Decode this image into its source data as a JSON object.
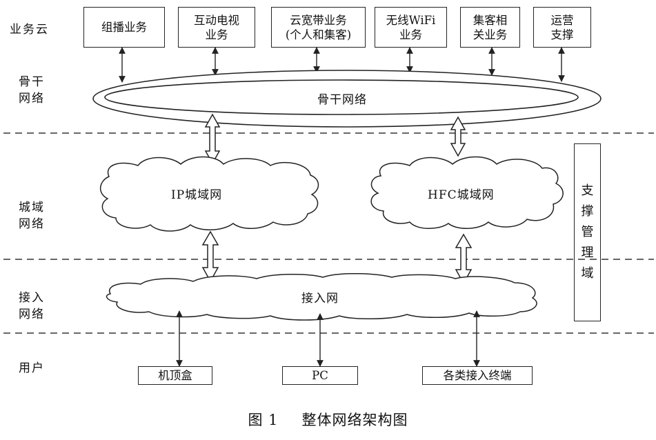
{
  "layers": {
    "cloud": "业务云",
    "backbone": [
      "骨干",
      "网络"
    ],
    "metro": [
      "城域",
      "网络"
    ],
    "access": [
      "接入",
      "网络"
    ],
    "user": "用户"
  },
  "services": [
    [
      "组播业务"
    ],
    [
      "互动电视",
      "业务"
    ],
    [
      "云宽带业务",
      "(个人和集客)"
    ],
    [
      "无线WiFi",
      "业务"
    ],
    [
      "集客相",
      "关业务"
    ],
    [
      "运营",
      "支撑"
    ]
  ],
  "backbone_label": "骨干网络",
  "metro_clouds": [
    "IP城域网",
    "HFC城域网"
  ],
  "access_label": "接入网",
  "devices": [
    "机顶盒",
    "PC",
    "各类接入终端"
  ],
  "support_domain": [
    "支",
    "撑",
    "管",
    "理",
    "域"
  ],
  "caption": {
    "figure": "图 1",
    "title": "整体网络架构图"
  }
}
